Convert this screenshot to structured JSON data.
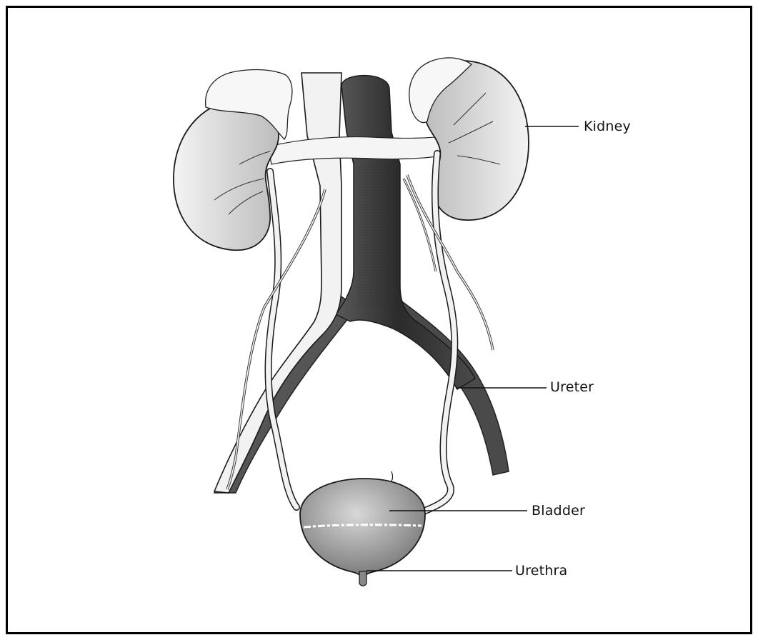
{
  "labels": {
    "kidney": "Kidney",
    "ureter": "Ureter",
    "bladder": "Bladder",
    "urethra": "Urethra"
  },
  "colors": {
    "frame": "#000000",
    "kidney_fill": "#d9d9d9",
    "vein_dark": "#3a3a3a",
    "aorta_light": "#efefef",
    "bladder_fill": "#9a9a9a",
    "ureter": "#f2f2f2",
    "adrenal": "#f7f7f7"
  }
}
